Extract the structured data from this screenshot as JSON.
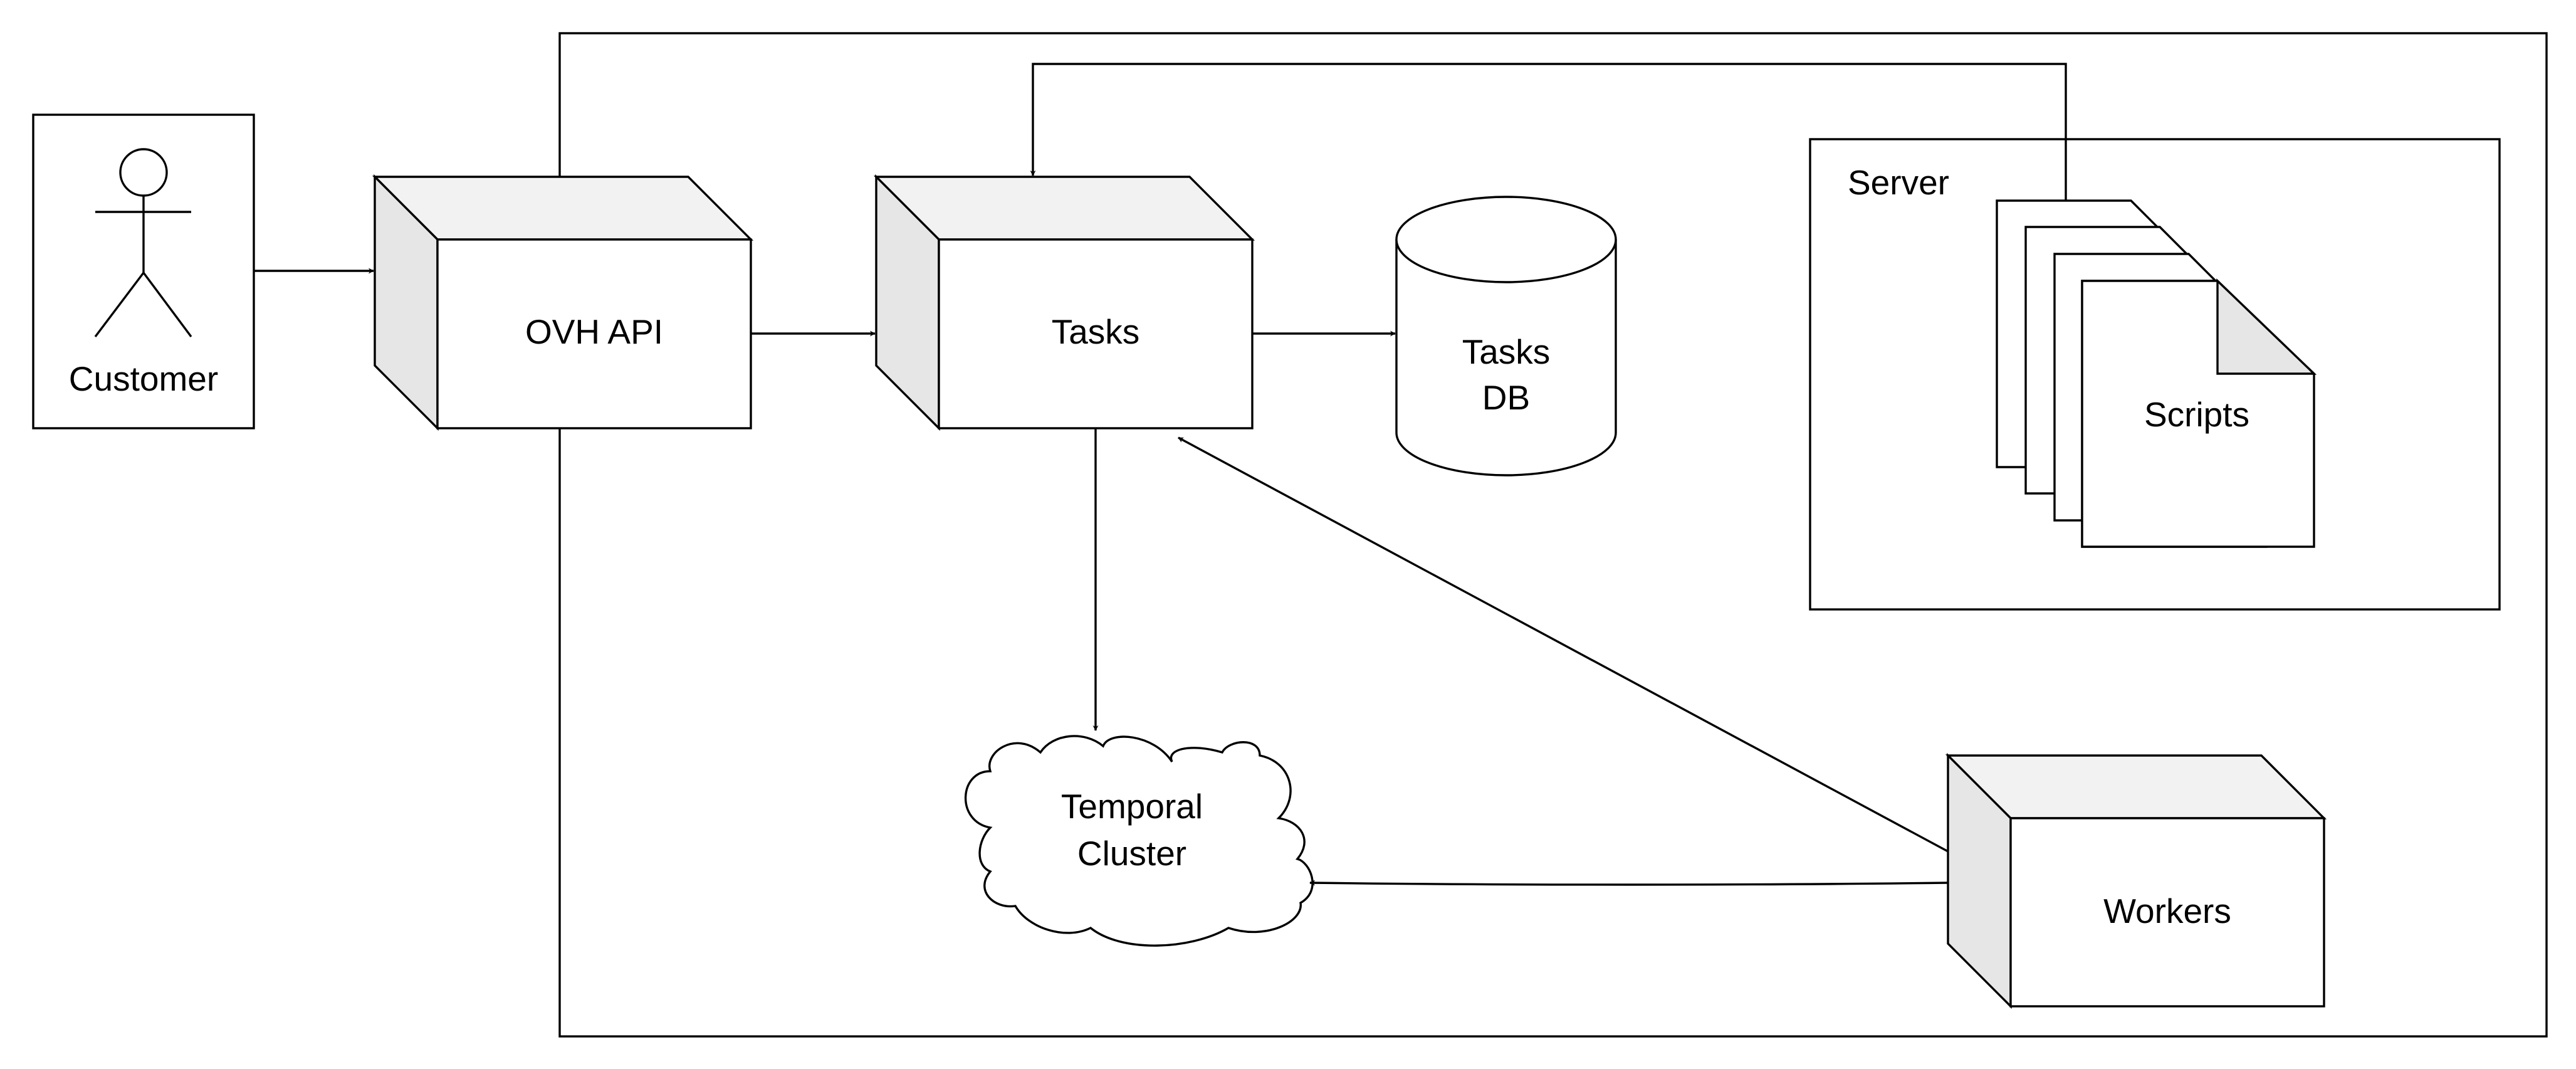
{
  "nodes": {
    "customer": {
      "label": "Customer",
      "type": "actor"
    },
    "ovh_api": {
      "label": "OVH API",
      "type": "cube"
    },
    "tasks": {
      "label": "Tasks",
      "type": "cube"
    },
    "tasks_db": {
      "label_line1": "Tasks",
      "label_line2": "DB",
      "type": "database"
    },
    "server": {
      "label": "Server",
      "type": "container"
    },
    "scripts": {
      "label": "Scripts",
      "type": "documents"
    },
    "temporal_cluster": {
      "label_line1": "Temporal",
      "label_line2": "Cluster",
      "type": "cloud"
    },
    "workers": {
      "label": "Workers",
      "type": "cube"
    }
  },
  "edges": [
    {
      "from": "Customer",
      "to": "OVH API"
    },
    {
      "from": "OVH API",
      "to": "Tasks"
    },
    {
      "from": "Tasks",
      "to": "Tasks DB"
    },
    {
      "from": "Scripts",
      "to": "Tasks"
    },
    {
      "from": "Tasks",
      "to": "Temporal Cluster"
    },
    {
      "from": "Workers",
      "to": "Tasks"
    },
    {
      "from": "Workers",
      "to": "Temporal Cluster"
    }
  ],
  "colors": {
    "stroke": "#000000",
    "fill": "#ffffff",
    "cube_side": "#e6e6e6",
    "cube_top": "#f2f2f2"
  }
}
